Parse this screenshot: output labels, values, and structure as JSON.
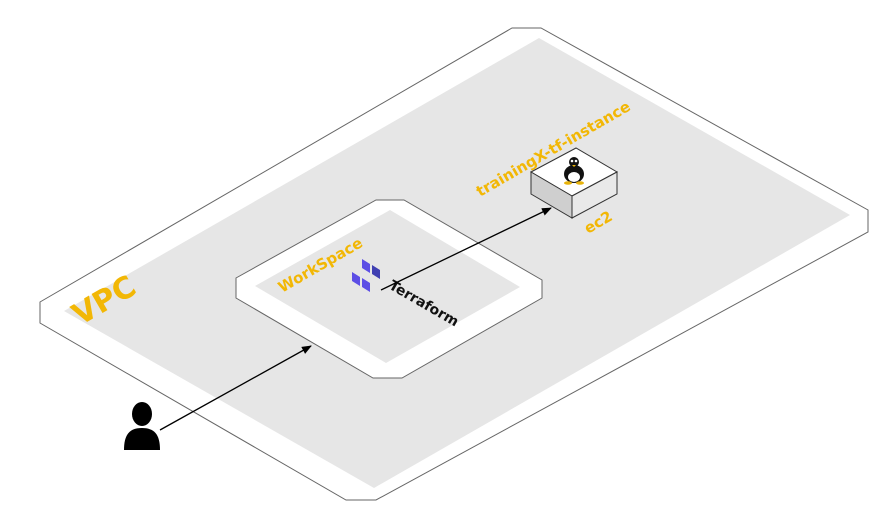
{
  "diagram": {
    "vpc": {
      "label": "VPC"
    },
    "workspace": {
      "label": "WorkSpace",
      "tool_label": "Terraform",
      "tool_icon": "terraform-logo-icon"
    },
    "instance": {
      "name": "trainingX-tf-instance",
      "type_label": "ec2",
      "os_icon": "linux-tux-icon"
    },
    "user": {
      "icon": "user-icon"
    },
    "connections": [
      {
        "from": "user",
        "to": "workspace"
      },
      {
        "from": "workspace",
        "to": "instance"
      }
    ],
    "colors": {
      "label": "#F2B705",
      "container_fill": "#E6E6E6",
      "outline": "#555555",
      "terraform": "#5C4EE5",
      "arrow": "#000000"
    }
  }
}
